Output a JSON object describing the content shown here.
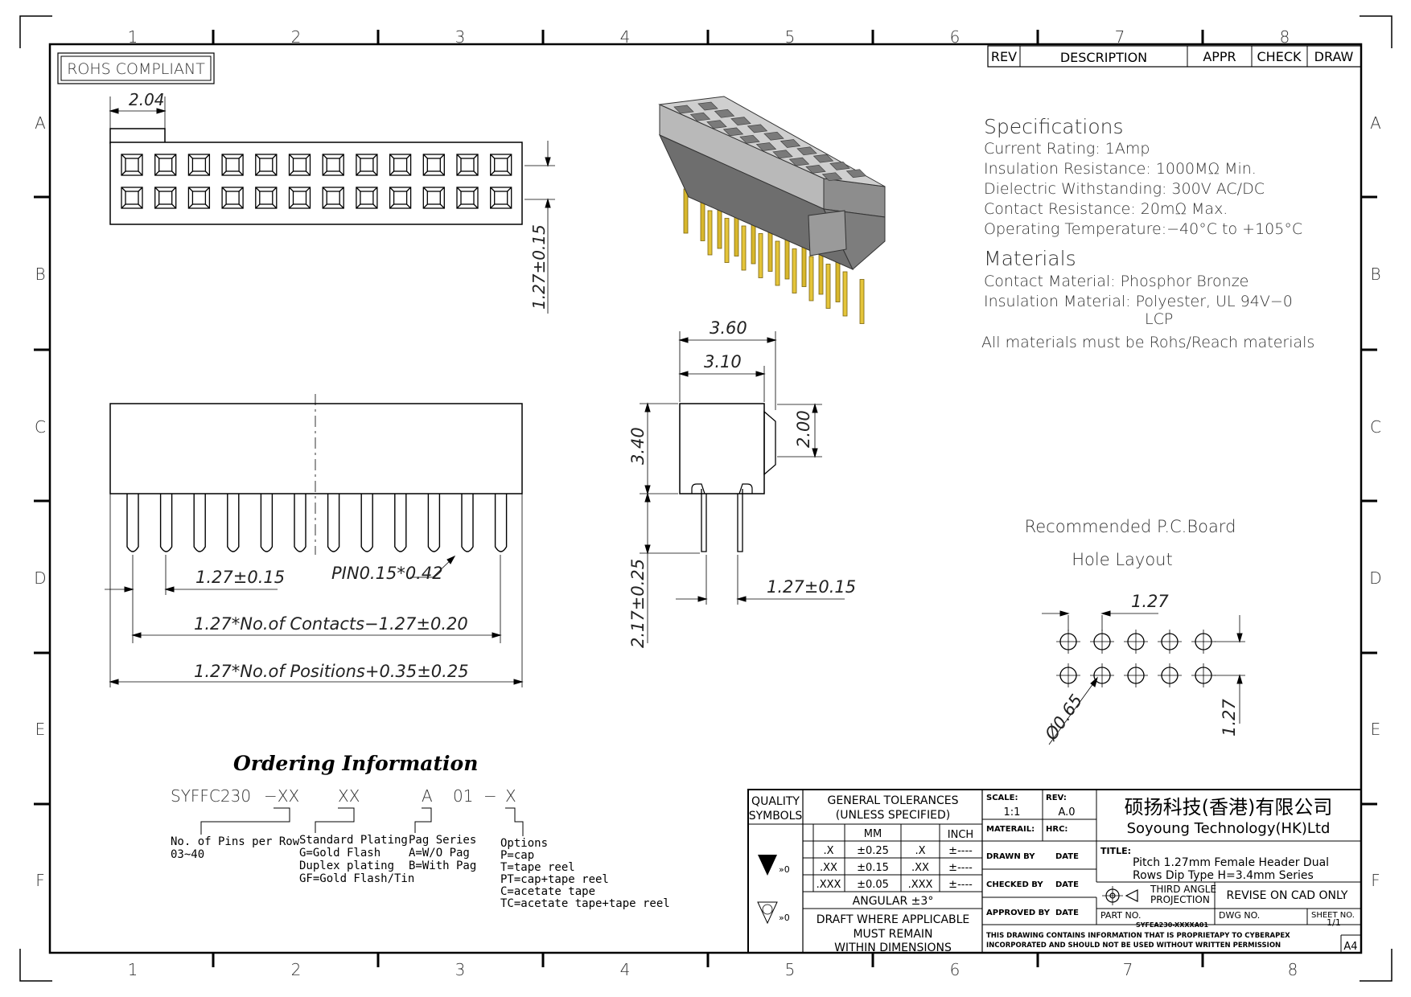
{
  "frame": {
    "top_numbers": [
      "1",
      "2",
      "3",
      "4",
      "5",
      "6",
      "7",
      "8"
    ],
    "bottom_numbers": [
      "1",
      "2",
      "3",
      "4",
      "5",
      "6",
      "7",
      "8"
    ],
    "left_letters": [
      "A",
      "B",
      "C",
      "D",
      "E",
      "F"
    ],
    "right_letters": [
      "A",
      "B",
      "C",
      "D",
      "E",
      "F"
    ]
  },
  "rohs_label": "ROHS COMPLIANT",
  "revision_table": {
    "rev": "REV",
    "description": "DESCRIPTION",
    "appr": "APPR",
    "check": "CHECK",
    "draw": "DRAW"
  },
  "specifications": {
    "title": "Specifications",
    "lines": [
      "Current Rating:   1Amp",
      "Insulation Resistance:   1000MΩ Min.",
      "Dielectric Withstanding:   300V AC/DC",
      "Contact Resistance:   20mΩ Max.",
      "Operating Temperature:−40°C to +105°C"
    ]
  },
  "materials": {
    "title": "Materials",
    "lines": [
      "Contact Material: Phosphor Bronze",
      "Insulation Material: Polyester, UL 94V−0",
      "LCP",
      "All materials must be Rohs/Reach materials"
    ]
  },
  "dimensions": {
    "top_width": "2.04",
    "top_pitch": "1.27±0.15",
    "pin_pitch": "1.27±0.15",
    "pin_size": "PIN0.15*0.42",
    "contacts_formula": "1.27*No.of Contacts−1.27±0.20",
    "positions_formula": "1.27*No.of Positions+0.35±0.25",
    "side_width_outer": "3.60",
    "side_width_inner": "3.10",
    "side_height": "3.40",
    "side_latch": "2.00",
    "side_tail": "2.17±0.25",
    "side_pitch": "1.27±0.15"
  },
  "pcb": {
    "title_line1": "Recommended P.C.Board",
    "title_line2": "Hole Layout",
    "pitch_x": "1.27",
    "pitch_y": "1.27",
    "hole_dia": "Ø0.65"
  },
  "ordering": {
    "title": "Ordering Information",
    "code": [
      "SYFFC230",
      "−XX",
      "XX",
      "A",
      "01",
      "−",
      "X"
    ],
    "pins": [
      "No. of Pins per Row",
      "03~40"
    ],
    "plating": [
      "Standard Plating",
      "G=Gold Flash",
      "Duplex plating",
      "GF=Gold Flash/Tin"
    ],
    "series": [
      "Pag Series",
      "A=W/O Pag",
      "B=With Pag"
    ],
    "options": [
      "Options",
      "P=cap",
      "T=tape reel",
      "PT=cap+tape reel",
      "C=acetate tape",
      "TC=acetate tape+tape reel"
    ]
  },
  "title_block": {
    "quality_symbols": [
      "QUALITY",
      "SYMBOLS"
    ],
    "symbol_suffix": "»0",
    "general_tol": [
      "GENERAL TOLERANCES",
      "(UNLESS SPECIFIED)"
    ],
    "mm": "MM",
    "inch": "INCH",
    "tol_rows": [
      [
        ".X",
        "±0.25",
        ".X",
        "±----"
      ],
      [
        ".XX",
        "±0.15",
        ".XX",
        "±----"
      ],
      [
        ".XXX",
        "±0.05",
        ".XXX",
        "±----"
      ]
    ],
    "angular": "ANGULAR ±3°",
    "draft_note": [
      "DRAFT WHERE APPLICABLE",
      "MUST REMAIN",
      "WITHIN DIMENSIONS"
    ],
    "scale_label": "SCALE:",
    "scale": "1:1",
    "rev_label": "REV:",
    "rev": "A.0",
    "material_label": "MATERAIL:",
    "hrc_label": "HRC:",
    "drawn_by": "DRAWN BY",
    "checked_by": "CHECKED BY",
    "approved_by": "APPROVED BY",
    "date": "DATE",
    "company_cn": "硕扬科技(香港)有限公司",
    "company_en": "Soyoung Technology(HK)Ltd",
    "title_label": "TITLE:",
    "title_lines": [
      "Pitch 1.27mm Female Header Dual",
      "Rows Dip Type H=3.4mm Series"
    ],
    "projection": [
      "THIRD ANGLE",
      "PROJECTION"
    ],
    "revise": "REVISE ON CAD ONLY",
    "part_no_label": "PART NO.",
    "part_no": "SYFEA230-XXXXA01",
    "dwg_no_label": "DWG NO.",
    "sheet_no_label": "SHEET NO.",
    "sheet_no": "1/1",
    "proprietary": [
      "THIS DRAWING CONTAINS INFORMATION THAT IS PROPRIETAPY TO CYBERAPEX",
      "INCORPORATED AND SHOULD NOT BE USED WITHOUT WRITTEN PERMISSION"
    ],
    "size": "A4"
  }
}
